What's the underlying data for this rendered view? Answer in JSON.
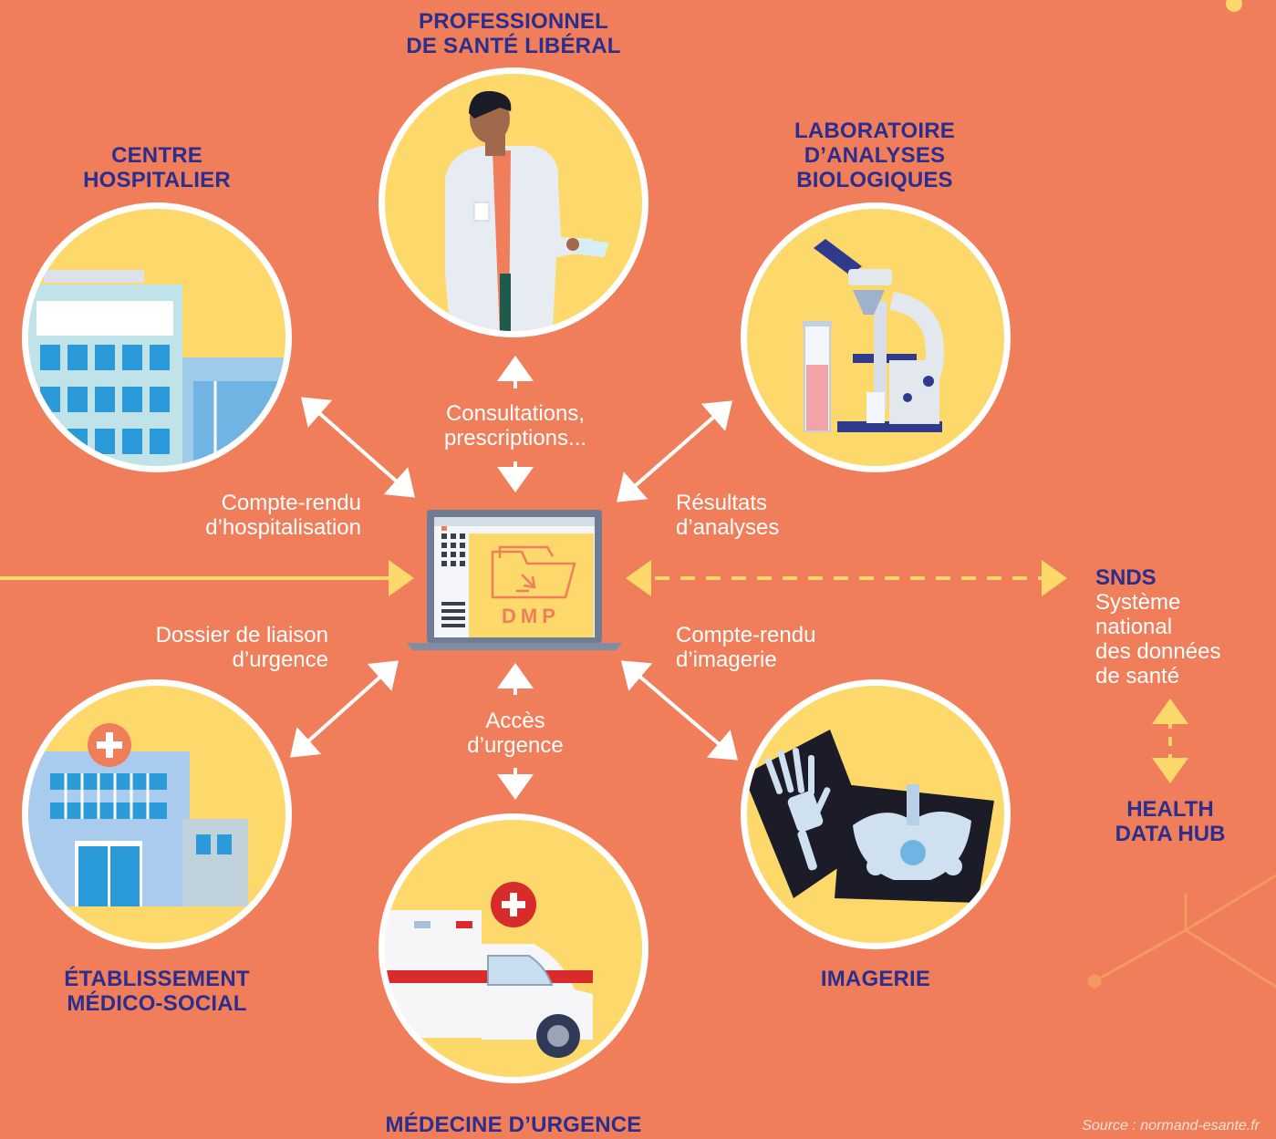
{
  "nodes": {
    "professionnel": {
      "title": [
        "PROFESSIONNEL",
        "DE SANTÉ LIBÉRAL"
      ]
    },
    "centre": {
      "title": [
        "CENTRE",
        "HOSPITALIER"
      ]
    },
    "laboratoire": {
      "title": [
        "LABORATOIRE",
        "D’ANALYSES",
        "BIOLOGIQUES"
      ]
    },
    "etablissement": {
      "title": [
        "ÉTABLISSEMENT",
        "MÉDICO-SOCIAL"
      ]
    },
    "medecine": {
      "title": "MÉDECINE D’URGENCE"
    },
    "imagerie": {
      "title": "IMAGERIE"
    }
  },
  "center": {
    "label": "DMP"
  },
  "flows": {
    "consultations": [
      "Consultations,",
      "prescriptions..."
    ],
    "compte_rendu_hospitalisation": [
      "Compte-rendu",
      "d’hospitalisation"
    ],
    "resultats": [
      "Résultats",
      "d’analyses"
    ],
    "dossier_liaison": [
      "Dossier de liaison",
      "d’urgence"
    ],
    "compte_rendu_imagerie": [
      "Compte-rendu",
      "d’imagerie"
    ],
    "acces_urgence": [
      "Accès",
      "d’urgence"
    ]
  },
  "snds": {
    "abbr": "SNDS",
    "lines": [
      "Système",
      "national",
      "des données",
      "de santé"
    ]
  },
  "health_data_hub": [
    "HEALTH",
    "DATA HUB"
  ],
  "source": "Source : normand-esante.fr",
  "colors": {
    "background": "#F07E5A",
    "circle": "#FDD96B",
    "title": "#2B2E8C",
    "arrow": "#FFFFFF",
    "dashed_arrow": "#FDD96B"
  }
}
